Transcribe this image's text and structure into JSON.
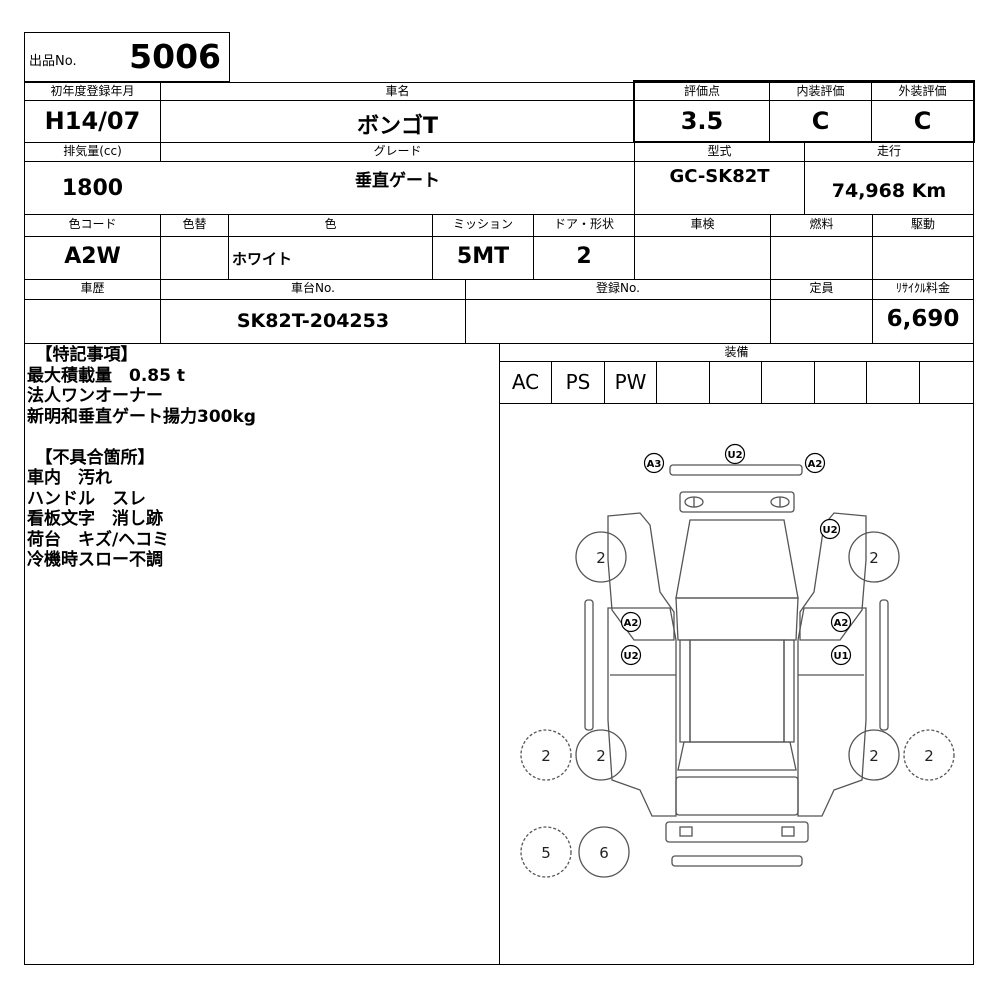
{
  "lot": {
    "label": "出品No.",
    "number": "5006"
  },
  "headers": {
    "first_reg": "初年度登録年月",
    "car_name": "車名",
    "score": "評価点",
    "interior": "内装評価",
    "exterior": "外装評価",
    "displacement": "排気量(cc)",
    "grade": "グレード",
    "model_type": "型式",
    "mileage": "走行",
    "color_code": "色コード",
    "color_change": "色替",
    "color": "色",
    "mission": "ミッション",
    "door_shape": "ドア・形状",
    "inspection": "車検",
    "fuel": "燃料",
    "drive": "駆動",
    "history": "車歴",
    "chassis_no": "車台No.",
    "reg_no": "登録No.",
    "capacity": "定員",
    "recycle": "ﾘｻｲｸﾙ料金",
    "equipment": "装備"
  },
  "values": {
    "first_reg": "H14/07",
    "car_name": "ボンゴT",
    "score": "3.5",
    "interior": "C",
    "exterior": "C",
    "displacement": "1800",
    "grade": "垂直ゲート",
    "model_type": "GC-SK82T",
    "mileage": "74,968 Km",
    "color_code": "A2W",
    "color_change": "",
    "color": "ホワイト",
    "mission": "5MT",
    "door_shape": "2",
    "inspection": "",
    "fuel": "",
    "drive": "",
    "history": "",
    "chassis_no": "SK82T-204253",
    "reg_no": "",
    "capacity": "",
    "recycle": "6,690"
  },
  "equipment": [
    "AC",
    "PS",
    "PW",
    "",
    "",
    "",
    "",
    "",
    ""
  ],
  "notes": [
    "　【特記事項】",
    "最大積載量　0.85 t",
    "法人ワンオーナー",
    "新明和垂直ゲート揚力300kg",
    "",
    "　【不具合箇所】",
    "車内　汚れ",
    "ハンドル　スレ",
    "看板文字　消し跡",
    "荷台　キズ/ヘコミ",
    "冷機時スロー不調"
  ],
  "diagram": {
    "marks": [
      "A3",
      "U2",
      "A2",
      "U2",
      "A2",
      "U2",
      "A2",
      "U1"
    ],
    "tires": [
      "2",
      "2",
      "2",
      "2",
      "2",
      "2"
    ],
    "spare": [
      "5",
      "6"
    ]
  }
}
